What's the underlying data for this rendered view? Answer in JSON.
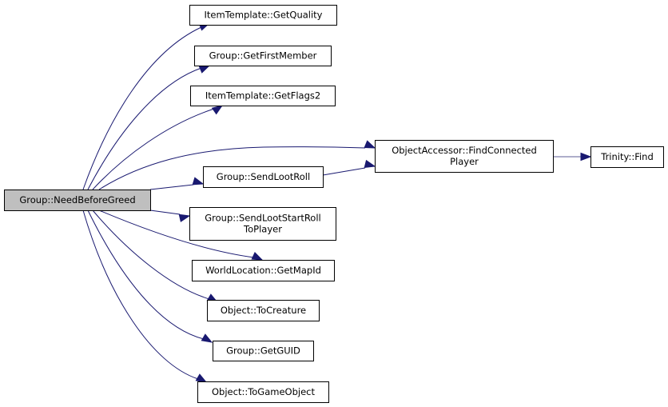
{
  "diagram": {
    "type": "call-graph",
    "root": "Group::NeedBeforeGreed",
    "nodes": [
      {
        "id": "root",
        "label": [
          "Group::NeedBeforeGreed"
        ],
        "highlighted": true
      },
      {
        "id": "getquality",
        "label": [
          "ItemTemplate::GetQuality"
        ]
      },
      {
        "id": "getfirstmember",
        "label": [
          "Group::GetFirstMember"
        ]
      },
      {
        "id": "getflags2",
        "label": [
          "ItemTemplate::GetFlags2"
        ]
      },
      {
        "id": "findconnected",
        "label": [
          "ObjectAccessor::FindConnected",
          "Player"
        ]
      },
      {
        "id": "trinityfind",
        "label": [
          "Trinity::Find"
        ]
      },
      {
        "id": "sendlootroll",
        "label": [
          "Group::SendLootRoll"
        ]
      },
      {
        "id": "sendlootstartroll",
        "label": [
          "Group::SendLootStartRoll",
          "ToPlayer"
        ]
      },
      {
        "id": "getmapid",
        "label": [
          "WorldLocation::GetMapId"
        ]
      },
      {
        "id": "tocreature",
        "label": [
          "Object::ToCreature"
        ]
      },
      {
        "id": "getguid",
        "label": [
          "Group::GetGUID"
        ]
      },
      {
        "id": "togameobject",
        "label": [
          "Object::ToGameObject"
        ]
      }
    ],
    "edges": [
      {
        "from": "root",
        "to": "getquality"
      },
      {
        "from": "root",
        "to": "getfirstmember"
      },
      {
        "from": "root",
        "to": "getflags2"
      },
      {
        "from": "root",
        "to": "findconnected"
      },
      {
        "from": "root",
        "to": "sendlootroll"
      },
      {
        "from": "root",
        "to": "sendlootstartroll"
      },
      {
        "from": "root",
        "to": "getmapid"
      },
      {
        "from": "root",
        "to": "tocreature"
      },
      {
        "from": "root",
        "to": "getguid"
      },
      {
        "from": "root",
        "to": "togameobject"
      },
      {
        "from": "sendlootroll",
        "to": "findconnected"
      },
      {
        "from": "findconnected",
        "to": "trinityfind"
      }
    ],
    "colors": {
      "edge": "#191970",
      "root_fill": "#bfbfbf",
      "node_fill": "#ffffff",
      "node_border": "#000000"
    }
  }
}
